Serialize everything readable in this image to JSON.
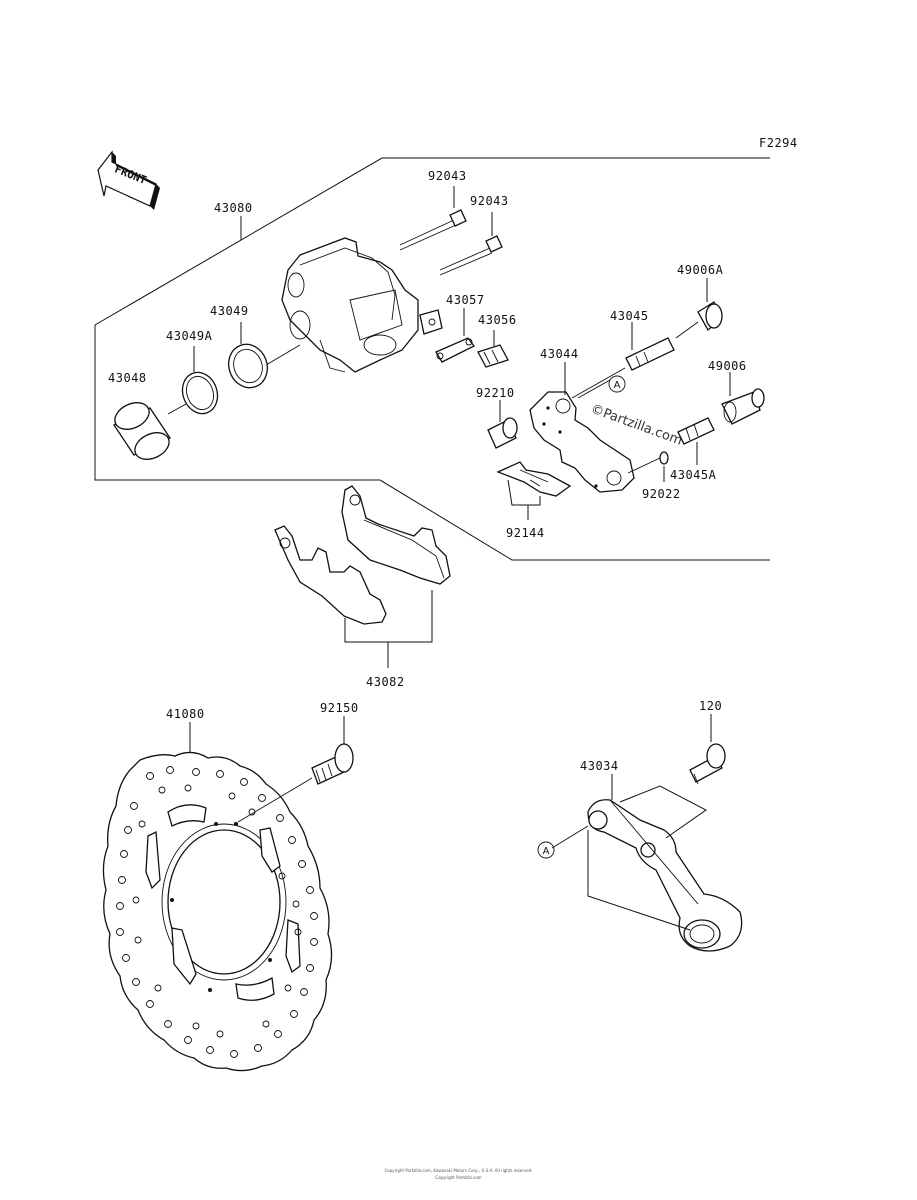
{
  "figure_code": "F2294",
  "front_marker": "FRONT",
  "watermark": "©Partzilla.com",
  "circle_marker": "A",
  "part_numbers": {
    "p43080": "43080",
    "p92043a": "92043",
    "p92043b": "92043",
    "p43049": "43049",
    "p43049A": "43049A",
    "p43048": "43048",
    "p43057": "43057",
    "p43056": "43056",
    "p43045": "43045",
    "p49006A": "49006A",
    "p43044": "43044",
    "p49006": "49006",
    "p92210": "92210",
    "p43045A": "43045A",
    "p92022": "92022",
    "p92144": "92144",
    "p43082": "43082",
    "p41080": "41080",
    "p92150": "92150",
    "p120": "120",
    "p43034": "43034"
  },
  "footer": {
    "line1": "Copyright Partzilla.com, Kawasaki Motors Corp., U.S.A. All rights reserved.",
    "line2": "Copyright Partzilla.com"
  }
}
